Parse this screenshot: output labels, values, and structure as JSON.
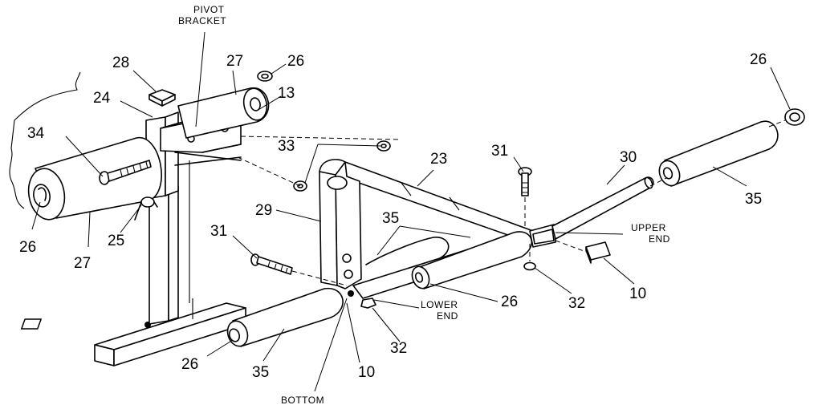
{
  "diagram": {
    "callouts": {
      "c10a": "10",
      "c10b": "10",
      "c13": "13",
      "c23": "23",
      "c24": "24",
      "c25": "25",
      "c26a": "26",
      "c26b": "26",
      "c26c": "26",
      "c26d": "26",
      "c26e": "26",
      "c27a": "27",
      "c27b": "27",
      "c28": "28",
      "c29": "29",
      "c30": "30",
      "c31a": "31",
      "c31b": "31",
      "c32a": "32",
      "c32b": "32",
      "c33": "33",
      "c34": "34",
      "c35a": "35",
      "c35b": "35",
      "c35c": "35"
    },
    "captions": {
      "pivot_line1": "PIVOT",
      "pivot_line2": "BRACKET",
      "upper_line1": "UPPER",
      "upper_line2": "END",
      "lower_line1": "LOWER",
      "lower_line2": "END",
      "bottom": "BOTTOM"
    }
  }
}
